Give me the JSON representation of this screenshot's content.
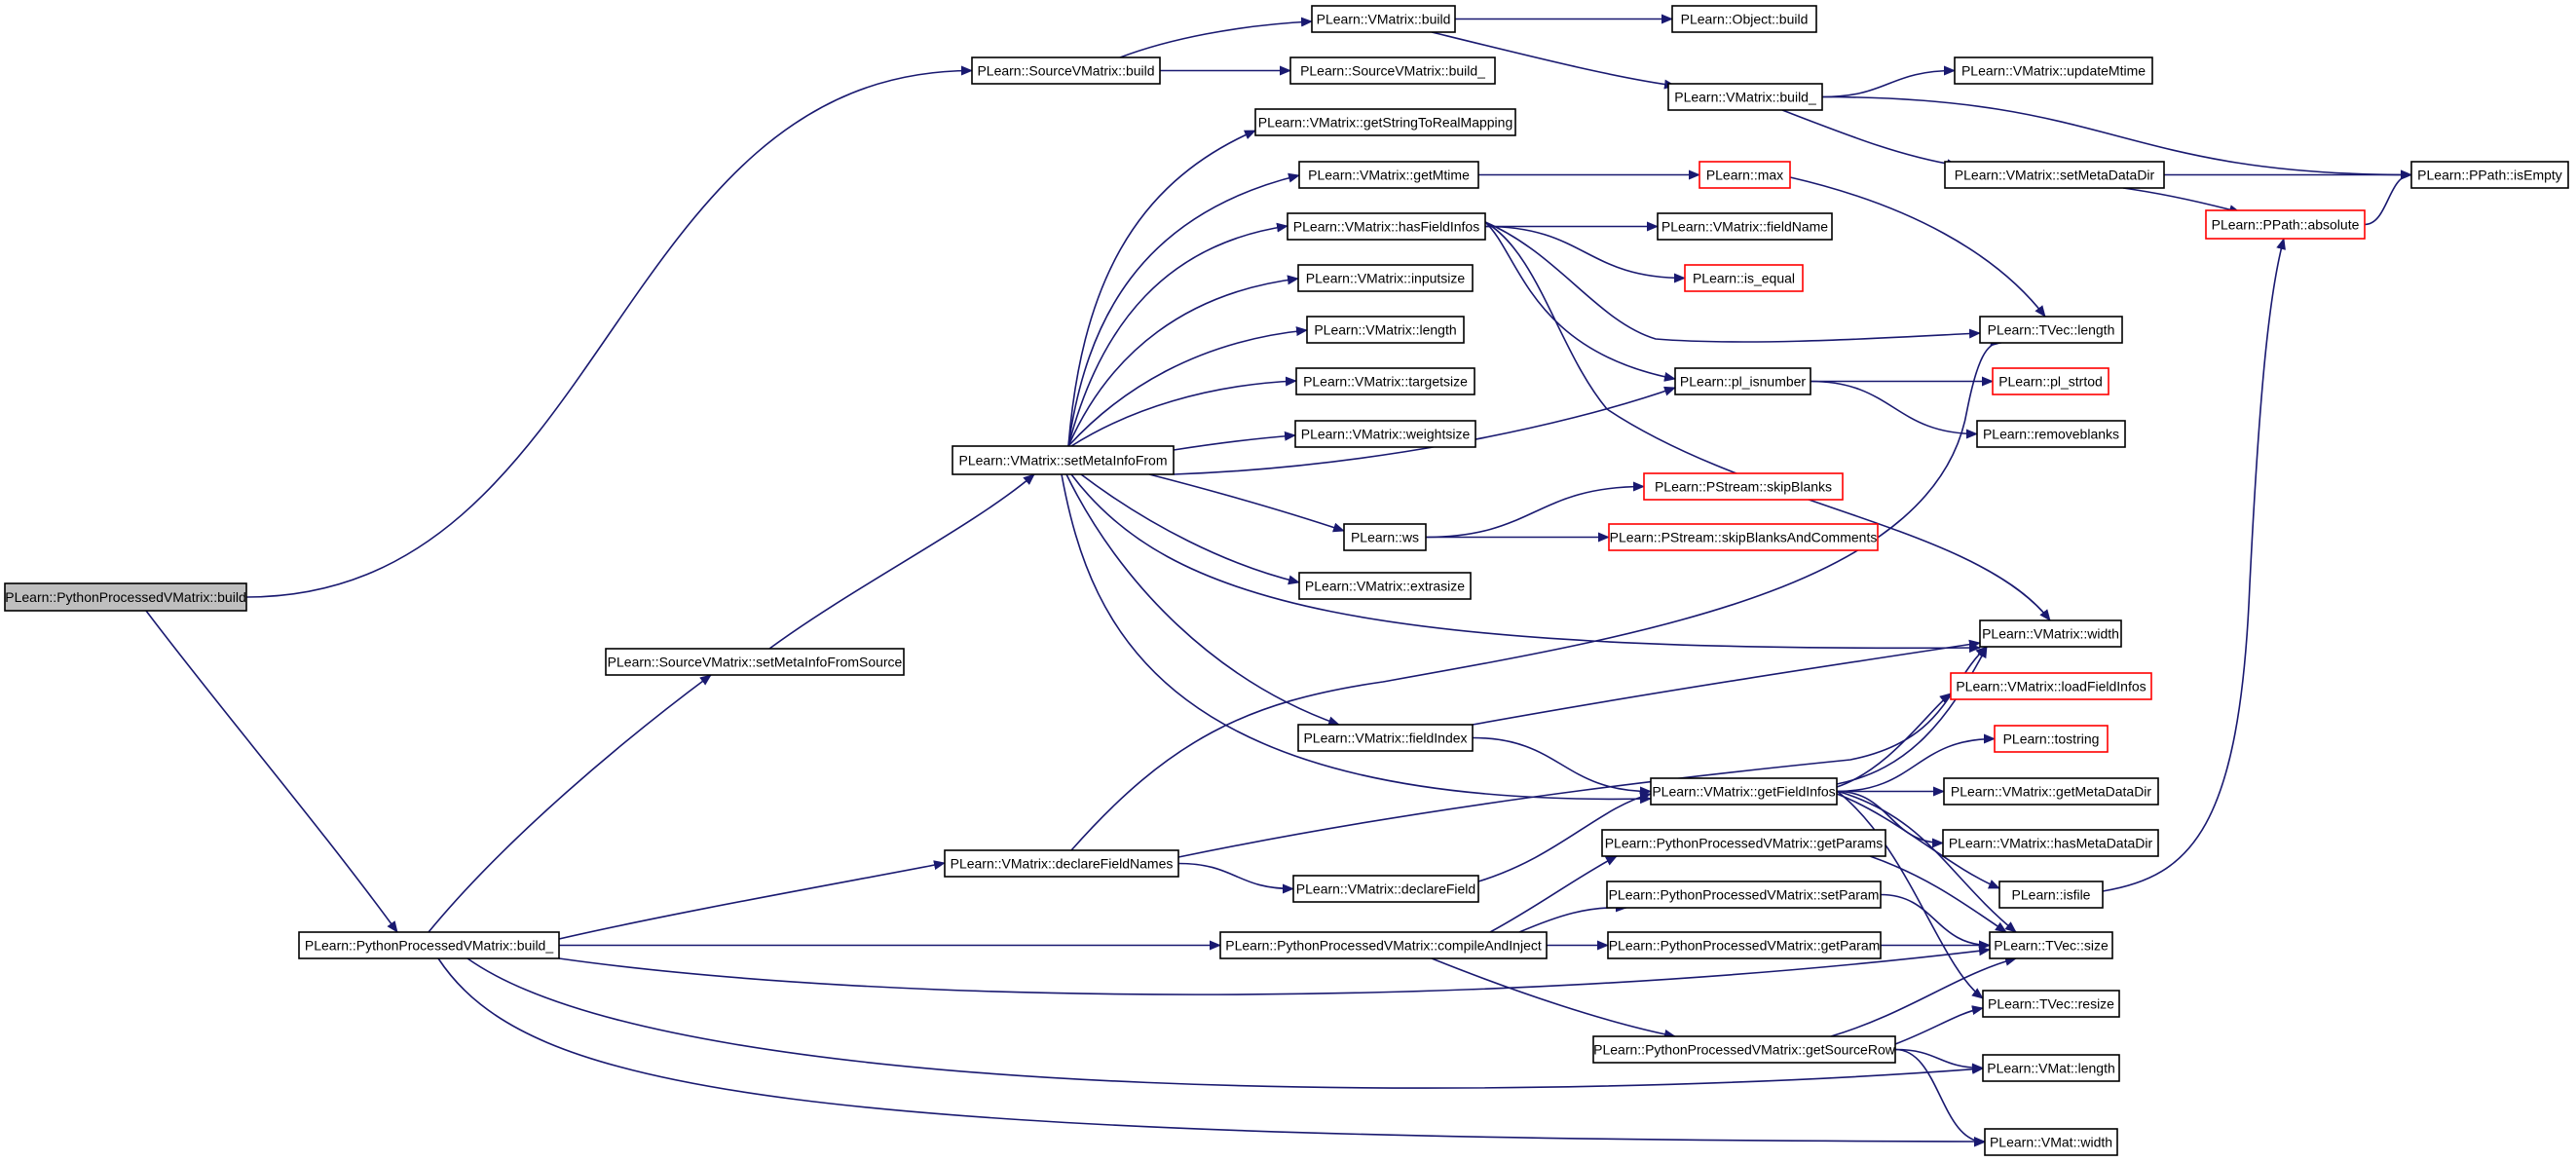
{
  "colors": {
    "edge": "#191970",
    "node_border": "#000000",
    "truncated_border": "#ff0000",
    "root_fill": "#bfbfbf",
    "node_fill": "#ffffff"
  },
  "nodes": [
    {
      "id": "root",
      "label": "PLearn::PythonProcessedVMatrix::build",
      "style": "root"
    },
    {
      "id": "svm_build",
      "label": "PLearn::SourceVMatrix::build",
      "style": "normal"
    },
    {
      "id": "vm_build",
      "label": "PLearn::VMatrix::build",
      "style": "normal"
    },
    {
      "id": "obj_build",
      "label": "PLearn::Object::build",
      "style": "normal"
    },
    {
      "id": "svm_build_",
      "label": "PLearn::SourceVMatrix::build_",
      "style": "normal"
    },
    {
      "id": "vm_build_",
      "label": "PLearn::VMatrix::build_",
      "style": "normal"
    },
    {
      "id": "vm_updateMtime",
      "label": "PLearn::VMatrix::updateMtime",
      "style": "normal"
    },
    {
      "id": "vm_getStrMap",
      "label": "PLearn::VMatrix::getStringToRealMapping",
      "style": "normal"
    },
    {
      "id": "vm_getMtime",
      "label": "PLearn::VMatrix::getMtime",
      "style": "normal"
    },
    {
      "id": "pl_max",
      "label": "PLearn::max",
      "style": "truncated"
    },
    {
      "id": "vm_setMetaDataDir",
      "label": "PLearn::VMatrix::setMetaDataDir",
      "style": "normal"
    },
    {
      "id": "pp_isEmpty",
      "label": "PLearn::PPath::isEmpty",
      "style": "normal"
    },
    {
      "id": "pp_absolute",
      "label": "PLearn::PPath::absolute",
      "style": "truncated"
    },
    {
      "id": "vm_hasFieldInfos",
      "label": "PLearn::VMatrix::hasFieldInfos",
      "style": "normal"
    },
    {
      "id": "vm_fieldName",
      "label": "PLearn::VMatrix::fieldName",
      "style": "normal"
    },
    {
      "id": "pl_is_equal",
      "label": "PLearn::is_equal",
      "style": "truncated"
    },
    {
      "id": "vm_inputsize",
      "label": "PLearn::VMatrix::inputsize",
      "style": "normal"
    },
    {
      "id": "tvec_length",
      "label": "PLearn::TVec::length",
      "style": "normal"
    },
    {
      "id": "vm_length",
      "label": "PLearn::VMatrix::length",
      "style": "normal"
    },
    {
      "id": "vm_targetsize",
      "label": "PLearn::VMatrix::targetsize",
      "style": "normal"
    },
    {
      "id": "pl_isnumber",
      "label": "PLearn::pl_isnumber",
      "style": "normal"
    },
    {
      "id": "pl_strtod",
      "label": "PLearn::pl_strtod",
      "style": "truncated"
    },
    {
      "id": "vm_weightsize",
      "label": "PLearn::VMatrix::weightsize",
      "style": "normal"
    },
    {
      "id": "pl_removeblanks",
      "label": "PLearn::removeblanks",
      "style": "normal"
    },
    {
      "id": "vm_setMetaInfoFrom",
      "label": "PLearn::VMatrix::setMetaInfoFrom",
      "style": "normal"
    },
    {
      "id": "ps_skipBlanks",
      "label": "PLearn::PStream::skipBlanks",
      "style": "truncated"
    },
    {
      "id": "pl_ws",
      "label": "PLearn::ws",
      "style": "normal"
    },
    {
      "id": "ps_skipBC",
      "label": "PLearn::PStream::skipBlanksAndComments",
      "style": "truncated"
    },
    {
      "id": "vm_extrasize",
      "label": "PLearn::VMatrix::extrasize",
      "style": "normal"
    },
    {
      "id": "vm_width",
      "label": "PLearn::VMatrix::width",
      "style": "normal"
    },
    {
      "id": "svm_setMIFS",
      "label": "PLearn::SourceVMatrix::setMetaInfoFromSource",
      "style": "normal"
    },
    {
      "id": "vm_loadFieldInfos",
      "label": "PLearn::VMatrix::loadFieldInfos",
      "style": "truncated"
    },
    {
      "id": "vm_fieldIndex",
      "label": "PLearn::VMatrix::fieldIndex",
      "style": "normal"
    },
    {
      "id": "pl_tostring",
      "label": "PLearn::tostring",
      "style": "truncated"
    },
    {
      "id": "vm_getFieldInfos",
      "label": "PLearn::VMatrix::getFieldInfos",
      "style": "normal"
    },
    {
      "id": "vm_getMetaDataDir",
      "label": "PLearn::VMatrix::getMetaDataDir",
      "style": "normal"
    },
    {
      "id": "ppvm_getParams",
      "label": "PLearn::PythonProcessedVMatrix::getParams",
      "style": "normal"
    },
    {
      "id": "vm_hasMetaDataDir",
      "label": "PLearn::VMatrix::hasMetaDataDir",
      "style": "normal"
    },
    {
      "id": "vm_declareFieldNames",
      "label": "PLearn::VMatrix::declareFieldNames",
      "style": "normal"
    },
    {
      "id": "vm_declareField",
      "label": "PLearn::VMatrix::declareField",
      "style": "normal"
    },
    {
      "id": "pl_isfile",
      "label": "PLearn::isfile",
      "style": "normal"
    },
    {
      "id": "ppvm_setParam",
      "label": "PLearn::PythonProcessedVMatrix::setParam",
      "style": "normal"
    },
    {
      "id": "ppvm_build_",
      "label": "PLearn::PythonProcessedVMatrix::build_",
      "style": "normal"
    },
    {
      "id": "ppvm_compile",
      "label": "PLearn::PythonProcessedVMatrix::compileAndInject",
      "style": "normal"
    },
    {
      "id": "ppvm_getParam",
      "label": "PLearn::PythonProcessedVMatrix::getParam",
      "style": "normal"
    },
    {
      "id": "tvec_size",
      "label": "PLearn::TVec::size",
      "style": "normal"
    },
    {
      "id": "tvec_resize",
      "label": "PLearn::TVec::resize",
      "style": "normal"
    },
    {
      "id": "ppvm_getSourceRow",
      "label": "PLearn::PythonProcessedVMatrix::getSourceRow",
      "style": "normal"
    },
    {
      "id": "vmat_length",
      "label": "PLearn::VMat::length",
      "style": "normal"
    },
    {
      "id": "vmat_width",
      "label": "PLearn::VMat::width",
      "style": "normal"
    }
  ],
  "edges": [
    [
      "root",
      "svm_build"
    ],
    [
      "root",
      "ppvm_build_"
    ],
    [
      "svm_build",
      "vm_build"
    ],
    [
      "svm_build",
      "svm_build_"
    ],
    [
      "vm_build",
      "obj_build"
    ],
    [
      "vm_build",
      "vm_build_"
    ],
    [
      "vm_build_",
      "vm_updateMtime"
    ],
    [
      "vm_build_",
      "vm_setMetaDataDir"
    ],
    [
      "vm_build_",
      "pp_isEmpty"
    ],
    [
      "vm_setMetaDataDir",
      "pp_isEmpty"
    ],
    [
      "vm_setMetaDataDir",
      "pp_absolute"
    ],
    [
      "pp_absolute",
      "pp_isEmpty"
    ],
    [
      "vm_getMtime",
      "pl_max"
    ],
    [
      "pl_max",
      "tvec_length"
    ],
    [
      "vm_hasFieldInfos",
      "vm_fieldName"
    ],
    [
      "vm_hasFieldInfos",
      "pl_is_equal"
    ],
    [
      "vm_hasFieldInfos",
      "tvec_length"
    ],
    [
      "vm_hasFieldInfos",
      "pl_isnumber"
    ],
    [
      "vm_hasFieldInfos",
      "vm_width"
    ],
    [
      "pl_isnumber",
      "pl_strtod"
    ],
    [
      "pl_isnumber",
      "pl_removeblanks"
    ],
    [
      "pl_ws",
      "ps_skipBlanks"
    ],
    [
      "pl_ws",
      "ps_skipBC"
    ],
    [
      "vm_setMetaInfoFrom",
      "vm_getStrMap"
    ],
    [
      "vm_setMetaInfoFrom",
      "vm_getMtime"
    ],
    [
      "vm_setMetaInfoFrom",
      "vm_hasFieldInfos"
    ],
    [
      "vm_setMetaInfoFrom",
      "vm_inputsize"
    ],
    [
      "vm_setMetaInfoFrom",
      "vm_length"
    ],
    [
      "vm_setMetaInfoFrom",
      "vm_targetsize"
    ],
    [
      "vm_setMetaInfoFrom",
      "vm_weightsize"
    ],
    [
      "vm_setMetaInfoFrom",
      "pl_isnumber"
    ],
    [
      "vm_setMetaInfoFrom",
      "pl_ws"
    ],
    [
      "vm_setMetaInfoFrom",
      "vm_extrasize"
    ],
    [
      "vm_setMetaInfoFrom",
      "vm_width"
    ],
    [
      "vm_setMetaInfoFrom",
      "vm_fieldIndex"
    ],
    [
      "vm_setMetaInfoFrom",
      "vm_getFieldInfos"
    ],
    [
      "svm_setMIFS",
      "vm_setMetaInfoFrom"
    ],
    [
      "vm_fieldIndex",
      "vm_width"
    ],
    [
      "vm_fieldIndex",
      "vm_getFieldInfos"
    ],
    [
      "vm_getFieldInfos",
      "vm_width"
    ],
    [
      "vm_getFieldInfos",
      "vm_loadFieldInfos"
    ],
    [
      "vm_getFieldInfos",
      "pl_tostring"
    ],
    [
      "vm_getFieldInfos",
      "vm_getMetaDataDir"
    ],
    [
      "vm_getFieldInfos",
      "vm_hasMetaDataDir"
    ],
    [
      "vm_getFieldInfos",
      "pl_isfile"
    ],
    [
      "vm_getFieldInfos",
      "tvec_size"
    ],
    [
      "vm_getFieldInfos",
      "tvec_resize"
    ],
    [
      "pl_isfile",
      "pp_absolute"
    ],
    [
      "vm_declareFieldNames",
      "tvec_length"
    ],
    [
      "vm_declareFieldNames",
      "vm_width"
    ],
    [
      "vm_declareFieldNames",
      "vm_declareField"
    ],
    [
      "vm_declareField",
      "vm_getFieldInfos"
    ],
    [
      "ppvm_build_",
      "svm_setMIFS"
    ],
    [
      "ppvm_build_",
      "vm_declareFieldNames"
    ],
    [
      "ppvm_build_",
      "ppvm_compile"
    ],
    [
      "ppvm_build_",
      "tvec_size"
    ],
    [
      "ppvm_build_",
      "vmat_length"
    ],
    [
      "ppvm_build_",
      "vmat_width"
    ],
    [
      "ppvm_compile",
      "ppvm_getParams"
    ],
    [
      "ppvm_compile",
      "ppvm_setParam"
    ],
    [
      "ppvm_compile",
      "ppvm_getParam"
    ],
    [
      "ppvm_compile",
      "ppvm_getSourceRow"
    ],
    [
      "ppvm_getParams",
      "tvec_size"
    ],
    [
      "ppvm_setParam",
      "tvec_size"
    ],
    [
      "ppvm_getParam",
      "tvec_size"
    ],
    [
      "ppvm_getSourceRow",
      "tvec_size"
    ],
    [
      "ppvm_getSourceRow",
      "tvec_resize"
    ],
    [
      "ppvm_getSourceRow",
      "vmat_length"
    ],
    [
      "ppvm_getSourceRow",
      "vmat_width"
    ]
  ]
}
